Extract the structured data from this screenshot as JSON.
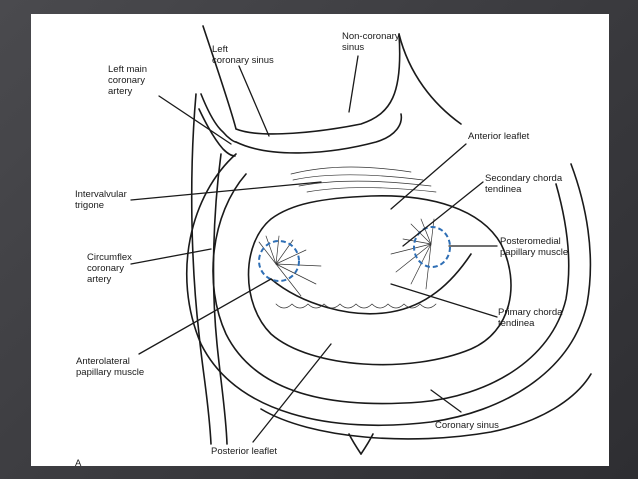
{
  "labels": {
    "left_coronary_sinus": [
      "Left",
      "coronary sinus"
    ],
    "non_coronary_sinus": [
      "Non-coronary",
      "sinus"
    ],
    "left_main_coronary_artery": [
      "Left main",
      "coronary",
      "artery"
    ],
    "anterior_leaflet": [
      "Anterior leaflet"
    ],
    "secondary_chorda_tendinea": [
      "Secondary chorda",
      "tendinea"
    ],
    "intervalvular_trigone": [
      "Intervalvular",
      "trigone"
    ],
    "circumflex_coronary_artery": [
      "Circumflex",
      "coronary",
      "artery"
    ],
    "posteromedial_papillary_muscle": [
      "Posteromedial",
      "papillary muscle"
    ],
    "primary_chorda_tendinea": [
      "Primary chorda",
      "tendinea"
    ],
    "anterolateral_papillary_muscle": [
      "Anterolateral",
      "papillary muscle"
    ],
    "coronary_sinus": [
      "Coronary sinus"
    ],
    "posterior_leaflet": [
      "Posterior leaflet"
    ],
    "panel_letter": "A"
  },
  "colors": {
    "ink": "#1a1a1a",
    "highlight_circle": "#2f6fb5",
    "slide_background": "#ffffff",
    "frame_background": "#3a3a3e"
  }
}
